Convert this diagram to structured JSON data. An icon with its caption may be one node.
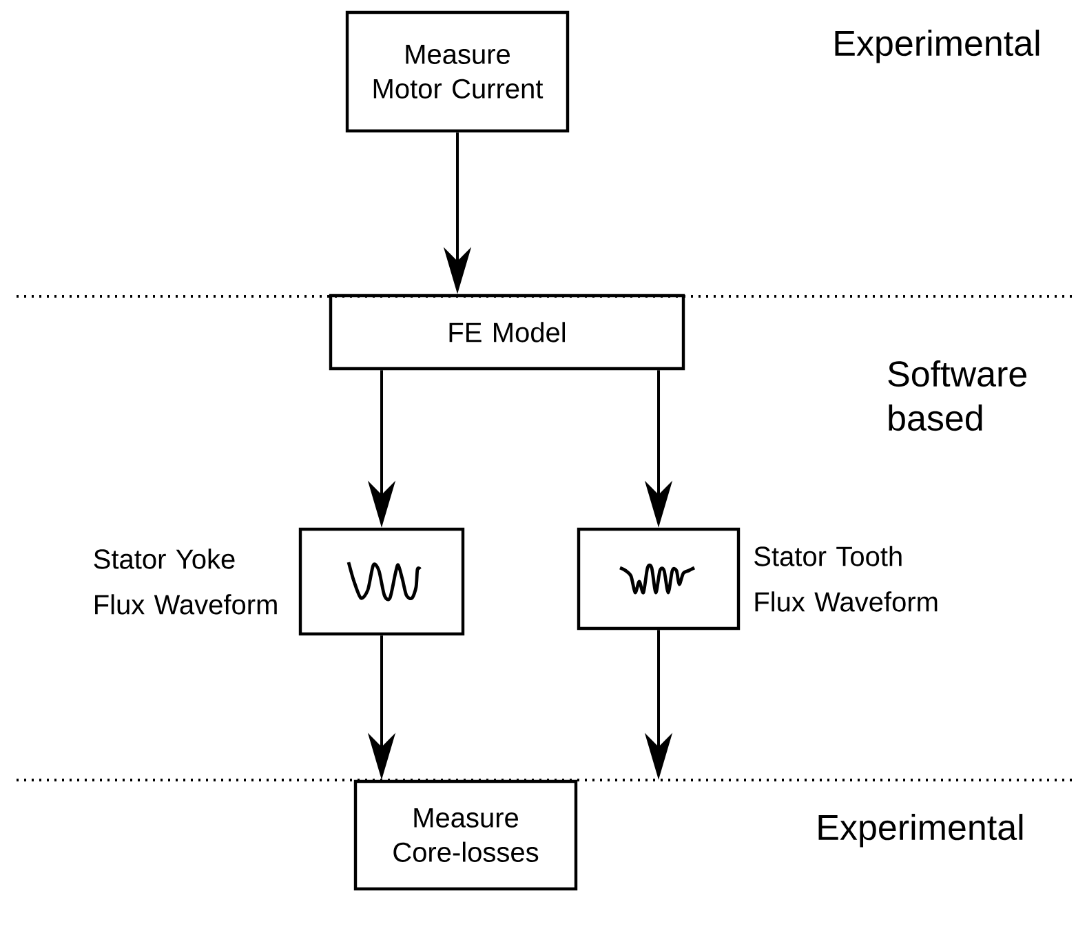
{
  "diagram": {
    "nodes": [
      {
        "text": [
          "Measure Motor Current"
        ]
      },
      {
        "text": [
          "FE Model"
        ]
      },
      {
        "text": [],
        "shape": "box",
        "beside": [
          "Stator Yoke Flux Waveform"
        ]
      },
      {
        "text": [],
        "shape": "box",
        "beside": [
          "Stator Tooth Flux Waveform"
        ]
      },
      {
        "text": [
          "Measure Core-losses"
        ]
      }
    ],
    "edges": [
      {
        "from": 0,
        "to": 1,
        "arrow": "to"
      },
      {
        "from": 1,
        "to": 2,
        "arrow": "to"
      },
      {
        "from": 1,
        "to": 3,
        "arrow": "to"
      },
      {
        "from": 2,
        "to": 4,
        "arrow": "to"
      },
      {
        "from": 3,
        "to": 4,
        "arrow": "to"
      }
    ],
    "labels": [
      "Experimental",
      "Software based",
      "Experimental"
    ]
  }
}
